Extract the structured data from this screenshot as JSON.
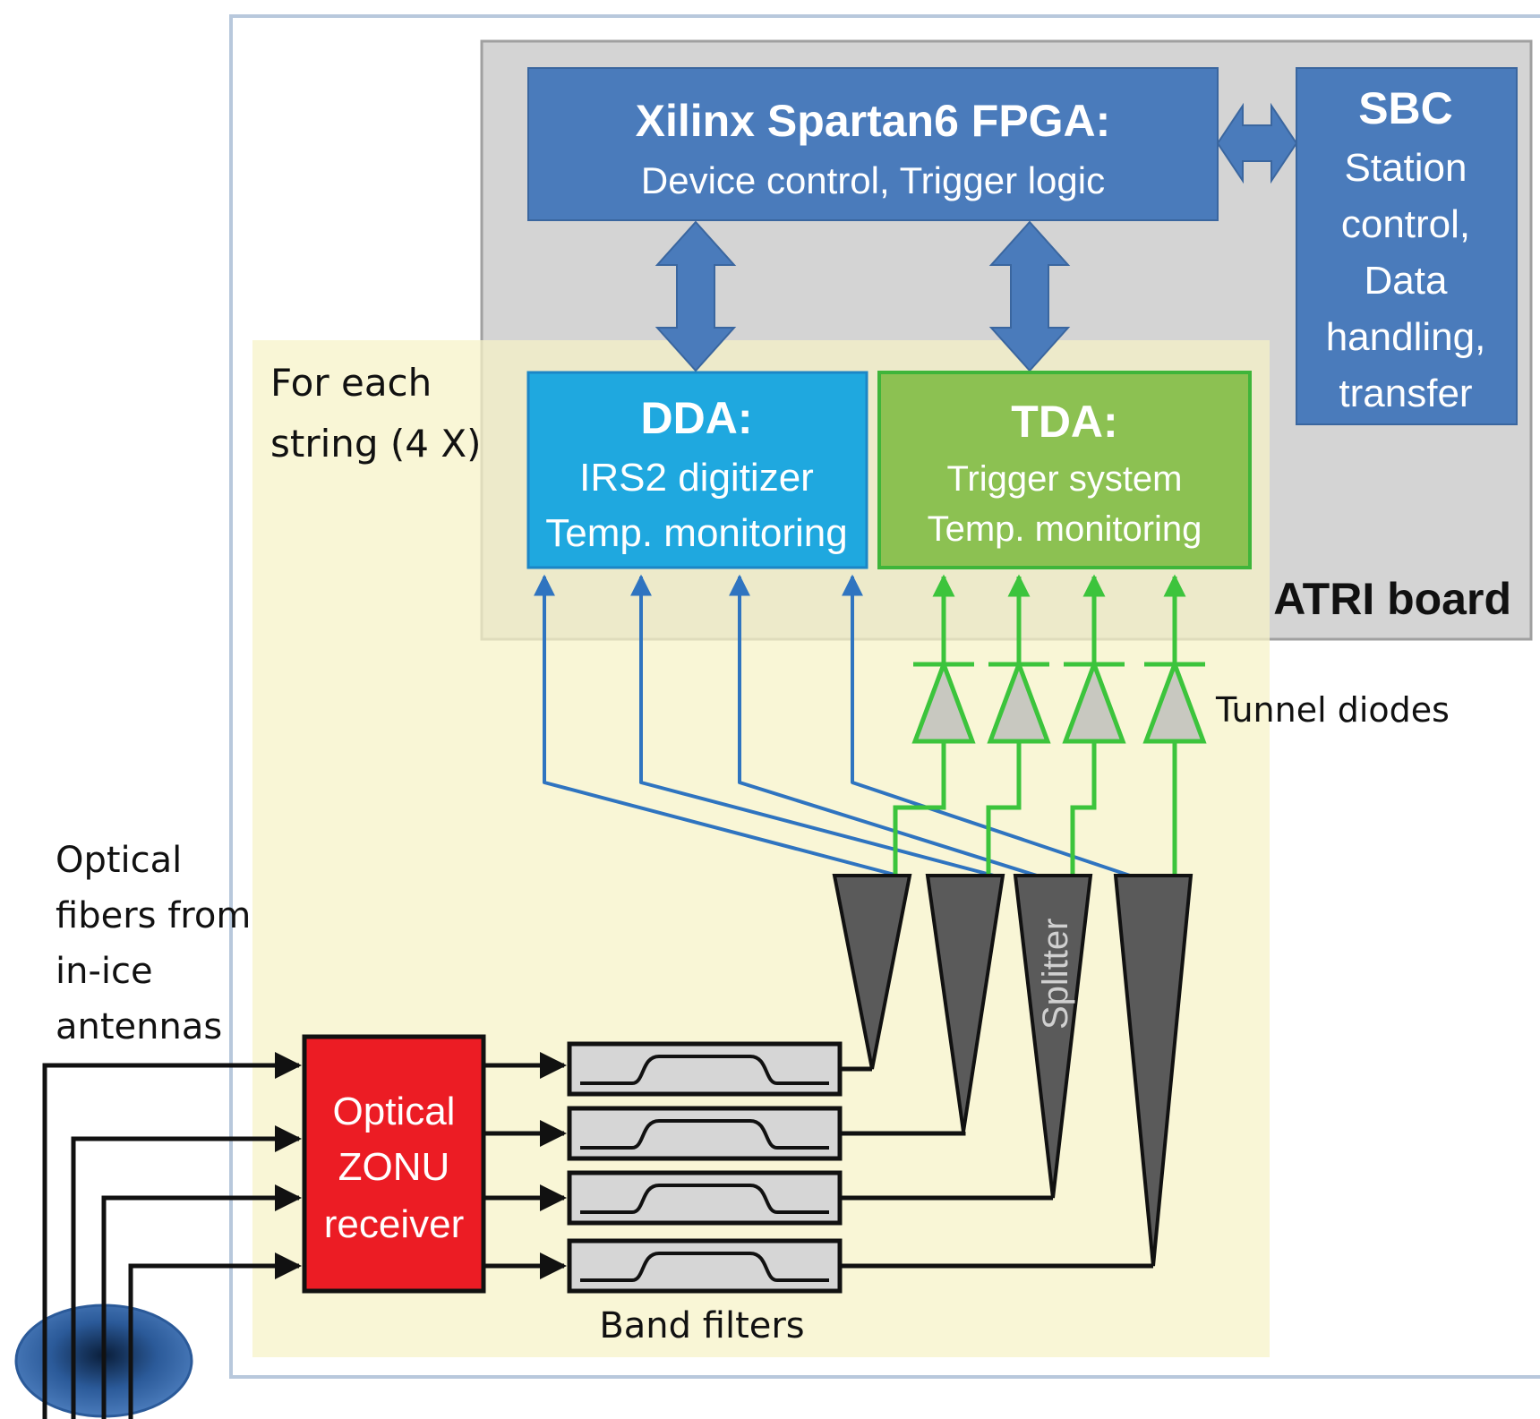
{
  "colors": {
    "background": "#ffffff",
    "outer_frame": "#b8c8dc",
    "atri_board_fill": "#d4d4d4",
    "atri_board_stroke": "#a0a0a0",
    "string_region_fill": "#f6f3c6",
    "fpga_fill": "#4a7bbb",
    "sbc_fill": "#4a7bbb",
    "dda_fill": "#1fa8df",
    "tda_fill": "#8cc152",
    "tda_stroke": "#3fb53a",
    "zonu_fill": "#ec1c24",
    "blue_signal": "#2f74c0",
    "green_signal": "#3cc43c",
    "splitter_fill": "#5a5a5a",
    "filter_fill": "#d6d6d6",
    "black_line": "#111111",
    "diode_fill": "#c8c8c0"
  },
  "fpga": {
    "title": "Xilinx Spartan6 FPGA:",
    "subtitle": "Device control, Trigger logic"
  },
  "sbc": {
    "title": "SBC",
    "lines": [
      "Station",
      "control,",
      "Data",
      "handling,",
      "transfer"
    ]
  },
  "dda": {
    "title": "DDA:",
    "lines": [
      "IRS2 digitizer",
      "Temp. monitoring"
    ]
  },
  "tda": {
    "title": "TDA:",
    "lines": [
      "Trigger system",
      "Temp. monitoring"
    ]
  },
  "atri_board_label": "ATRI board",
  "for_each_string": [
    "For each",
    "string (4 X)"
  ],
  "tunnel_diodes_label": "Tunnel diodes",
  "splitter_label": "Splitter",
  "optical_fibers": [
    "Optical",
    "fibers from",
    "in-ice",
    "antennas"
  ],
  "zonu": {
    "lines": [
      "Optical",
      "ZONU",
      "receiver"
    ]
  },
  "band_filters_label": "Band filters"
}
